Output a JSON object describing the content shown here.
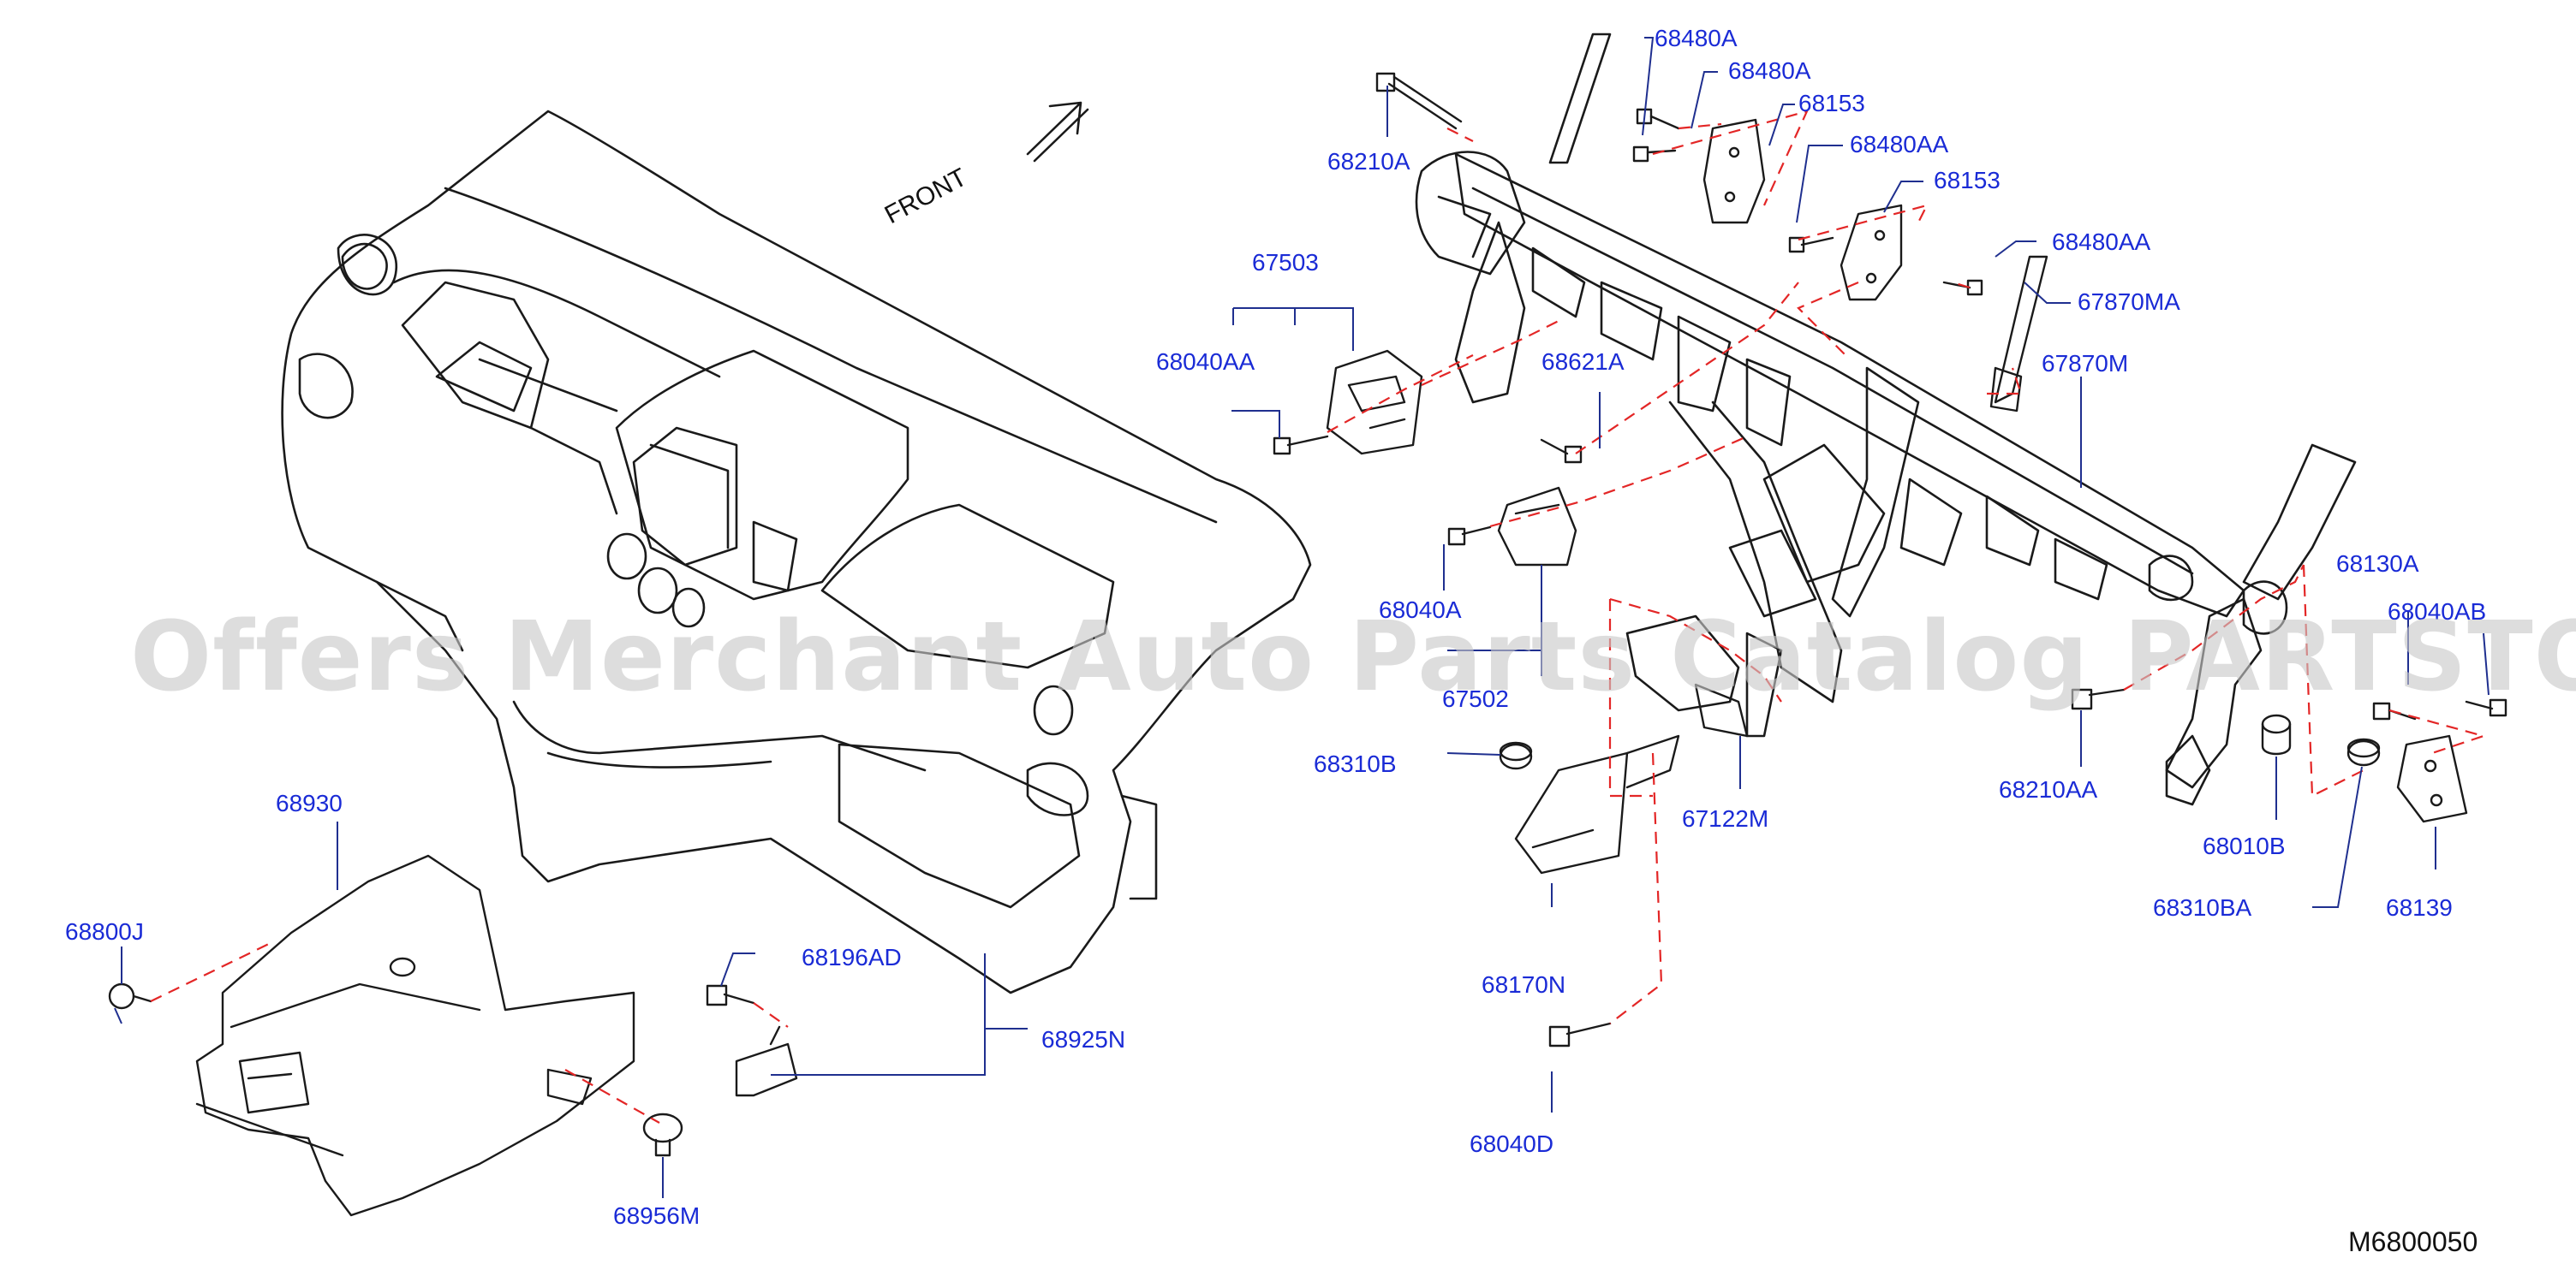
{
  "diagram": {
    "front_label": "FRONT",
    "drawing_code": "M6800050",
    "watermark": "Offers Merchant Auto Parts Catalog PARTSTORE.SA",
    "colors": {
      "part_number": "#1a2bd6",
      "dashed_assembly_line": "#e32626",
      "linework": "#1a1a1a",
      "watermark": "#c8c8c8"
    },
    "labels": {
      "p68480A_a": "68480A",
      "p68480A_b": "68480A",
      "p68153_a": "68153",
      "p68480AA_a": "68480AA",
      "p68153_b": "68153",
      "p68480AA_b": "68480AA",
      "p67870MA": "67870MA",
      "p67870M": "67870M",
      "p68210A": "68210A",
      "p67503": "67503",
      "p68040AA": "68040AA",
      "p68621A": "68621A",
      "p68040A": "68040A",
      "p67502": "67502",
      "p68130A": "68130A",
      "p68040AB": "68040AB",
      "p68310B": "68310B",
      "p67122M": "67122M",
      "p68210AA": "68210AA",
      "p68010B": "68010B",
      "p68310BA": "68310BA",
      "p68139": "68139",
      "p68930": "68930",
      "p68800J": "68800J",
      "p68196AD": "68196AD",
      "p68925N": "68925N",
      "p68170N": "68170N",
      "p68956M": "68956M",
      "p68040D": "68040D"
    }
  }
}
